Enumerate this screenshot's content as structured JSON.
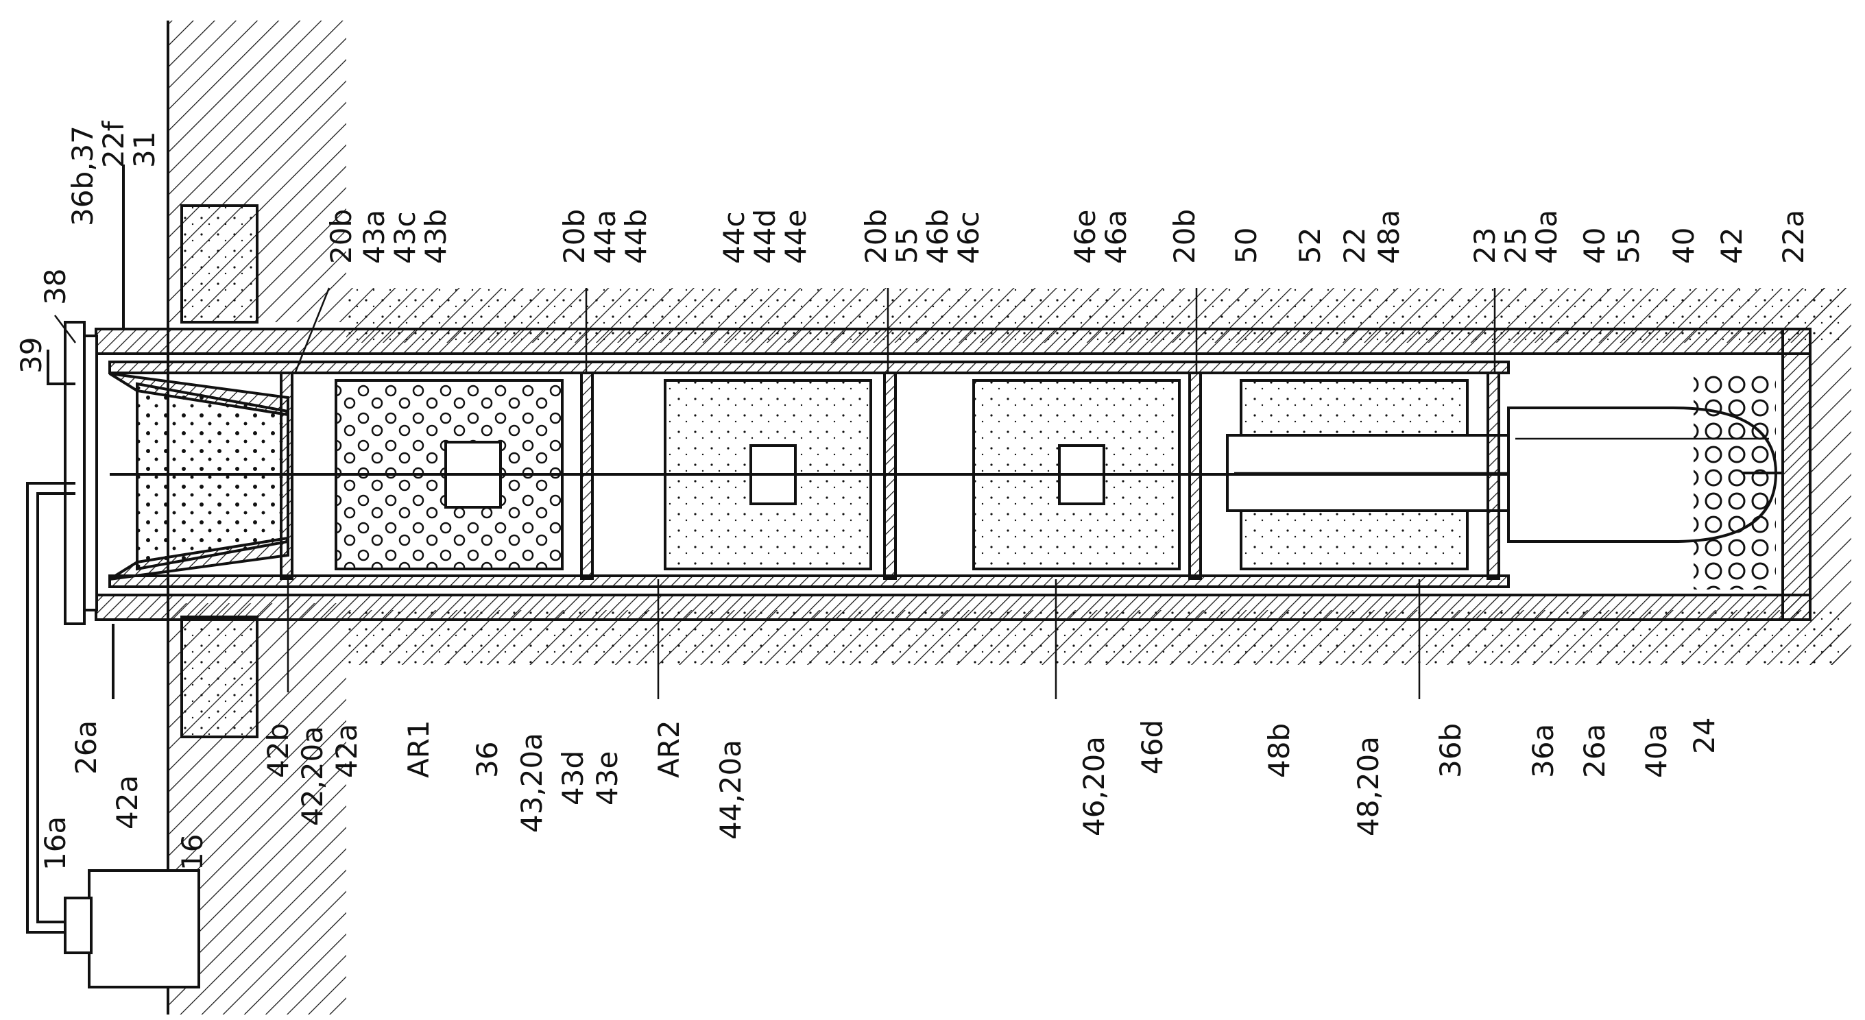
{
  "figure": {
    "labels_top": [
      "36b,37",
      "22f",
      "31",
      "38",
      "39",
      "20b",
      "43a",
      "43c",
      "43b",
      "20b",
      "44a",
      "44b",
      "44c",
      "44d",
      "44e",
      "20b",
      "55",
      "46b",
      "46c",
      "46e",
      "46a",
      "20b",
      "50",
      "52",
      "22",
      "48a",
      "23",
      "25",
      "40a",
      "40",
      "55",
      "40",
      "42",
      "22a"
    ],
    "labels_bottom": [
      "16a",
      "26a",
      "42a",
      "16",
      "42b",
      "42,20a",
      "42a",
      "AR1",
      "36",
      "43,20a",
      "43d",
      "43e",
      "AR2",
      "44,20a",
      "46,20a",
      "46d",
      "48b",
      "48,20a",
      "36b",
      "36a",
      "26a",
      "40a",
      "24"
    ]
  },
  "colors": {
    "ink": "#111111",
    "paper": "#ffffff"
  }
}
